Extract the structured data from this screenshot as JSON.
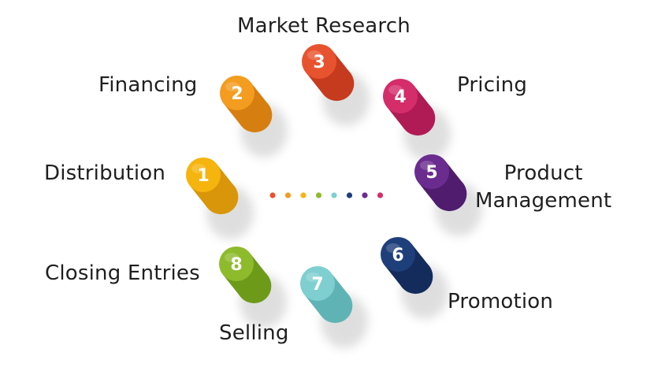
{
  "steps": [
    {
      "number": "1",
      "label": "Distribution",
      "color": "#F6B40E",
      "color_dark": "#D9960A"
    },
    {
      "number": "2",
      "label": "Financing",
      "color": "#F39C1F",
      "color_dark": "#D67F10"
    },
    {
      "number": "3",
      "label": "Market Research",
      "color": "#E8532F",
      "color_dark": "#C63A1E"
    },
    {
      "number": "4",
      "label": "Pricing",
      "color": "#D42D6A",
      "color_dark": "#B01A55"
    },
    {
      "number": "5",
      "label_line1": "Product",
      "label_line2": "Management",
      "color": "#6B2C8F",
      "color_dark": "#4F1C6E"
    },
    {
      "number": "6",
      "label": "Promotion",
      "color": "#1F3F7A",
      "color_dark": "#142C5C"
    },
    {
      "number": "7",
      "label": "Selling",
      "color": "#7FCFD0",
      "color_dark": "#5FB3B5"
    },
    {
      "number": "8",
      "label": "Closing Entries",
      "color": "#8DBB2B",
      "color_dark": "#6E9A1A"
    }
  ],
  "center_dots": [
    "#E8532F",
    "#F39C1F",
    "#F6B40E",
    "#8DBB2B",
    "#7FCFD0",
    "#1F3F7A",
    "#6B2C8F",
    "#D42D6A"
  ]
}
